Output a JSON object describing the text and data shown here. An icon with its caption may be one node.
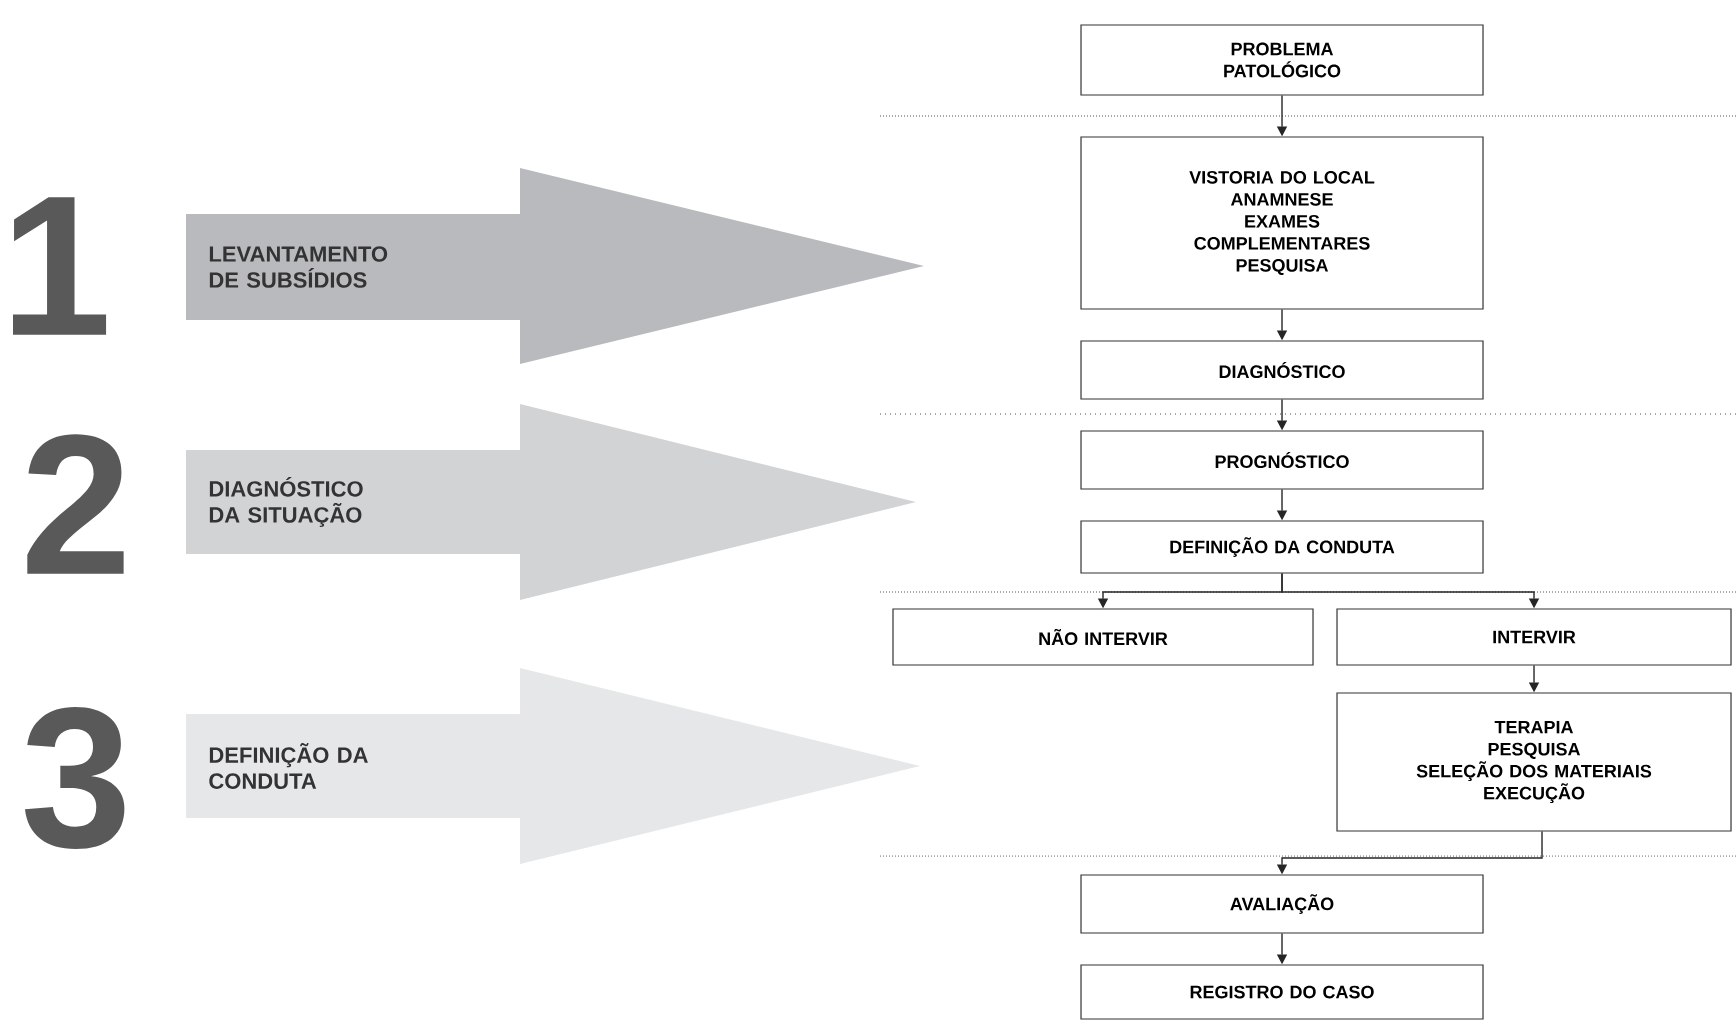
{
  "diagram": {
    "nodes": [
      {
        "text": [
          "PROBLEMA PATOLÓGICO"
        ]
      },
      {
        "text": [
          "VISTORIA DO LOCAL",
          "ANAMNESE",
          "EXAMES COMPLEMENTARES",
          "PESQUISA"
        ]
      },
      {
        "text": [
          "DIAGNÓSTICO"
        ]
      },
      {
        "text": [
          "PROGNÓSTICO"
        ]
      },
      {
        "text": [
          "DEFINIÇÃO DA CONDUTA"
        ]
      },
      {
        "text": [
          "NÃO INTERVIR"
        ]
      },
      {
        "text": [
          "INTERVIR"
        ]
      },
      {
        "text": [
          "TERAPIA",
          "PESQUISA",
          "SELEÇÃO DOS MATERIAIS",
          "EXECUÇÃO"
        ]
      },
      {
        "text": [
          "AVALIAÇÃO"
        ]
      },
      {
        "text": [
          "REGISTRO DO CASO"
        ]
      },
      {
        "text": [
          "LEVANTAMENTO DE SUBSÍDIOS"
        ]
      },
      {
        "text": [
          "DIAGNÓSTICO DA SITUAÇÃO"
        ]
      },
      {
        "text": [
          "DEFINIÇÃO DA CONDUTA"
        ]
      }
    ],
    "edges": [
      {
        "from": 0,
        "to": 1,
        "arrow": "to"
      },
      {
        "from": 1,
        "to": 2,
        "arrow": "to"
      },
      {
        "from": 2,
        "to": 3,
        "arrow": "to"
      },
      {
        "from": 3,
        "to": 4,
        "arrow": "to"
      },
      {
        "from": 4,
        "to": 5,
        "arrow": "to"
      },
      {
        "from": 4,
        "to": 6,
        "arrow": "to"
      },
      {
        "from": 6,
        "to": 7,
        "arrow": "to"
      },
      {
        "from": 7,
        "to": 8,
        "arrow": "to"
      },
      {
        "from": 8,
        "to": 9,
        "arrow": "to"
      }
    ],
    "labels": [
      "1",
      "2",
      "3"
    ]
  }
}
